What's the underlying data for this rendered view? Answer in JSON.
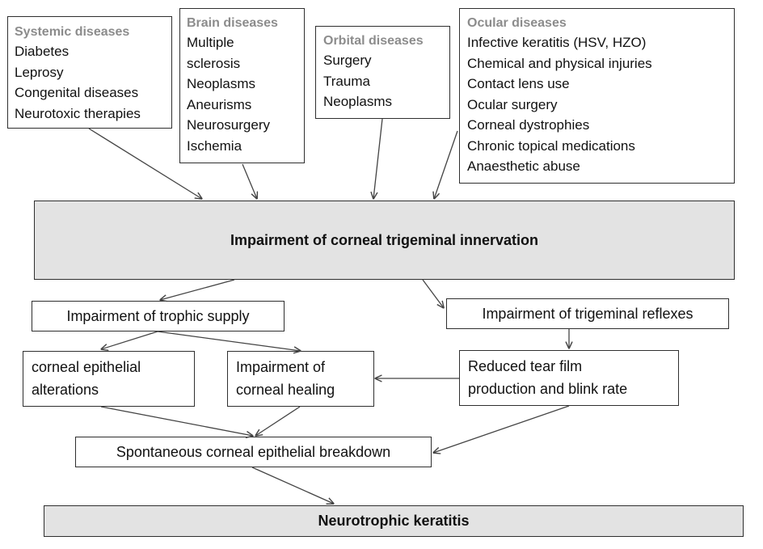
{
  "systemic": {
    "title": "Systemic diseases",
    "items": [
      "Diabetes",
      "Leprosy",
      "Congenital diseases",
      "Neurotoxic therapies"
    ]
  },
  "brain": {
    "title": "Brain diseases",
    "items": [
      "Multiple",
      "sclerosis",
      "Neoplasms",
      "Aneurisms",
      "Neurosurgery",
      "Ischemia"
    ]
  },
  "orbital": {
    "title": "Orbital diseases",
    "items": [
      "Surgery",
      "Trauma",
      "Neoplasms"
    ]
  },
  "ocular": {
    "title": "Ocular diseases",
    "items": [
      "Infective keratitis (HSV, HZO)",
      "Chemical and physical injuries",
      "Contact lens use",
      "Ocular surgery",
      "Corneal dystrophies",
      "Chronic topical medications",
      "Anaesthetic abuse"
    ]
  },
  "impairment_innervation": "Impairment of corneal trigeminal innervation",
  "trophic": "Impairment of trophic supply",
  "reflexes": "Impairment of trigeminal reflexes",
  "epithelial_alterations": [
    "corneal epithelial",
    "alterations"
  ],
  "healing": [
    "Impairment of",
    "corneal healing"
  ],
  "tear": [
    "Reduced tear film",
    "production and blink rate"
  ],
  "breakdown": "Spontaneous corneal epithelial breakdown",
  "keratitis": "Neurotrophic keratitis"
}
